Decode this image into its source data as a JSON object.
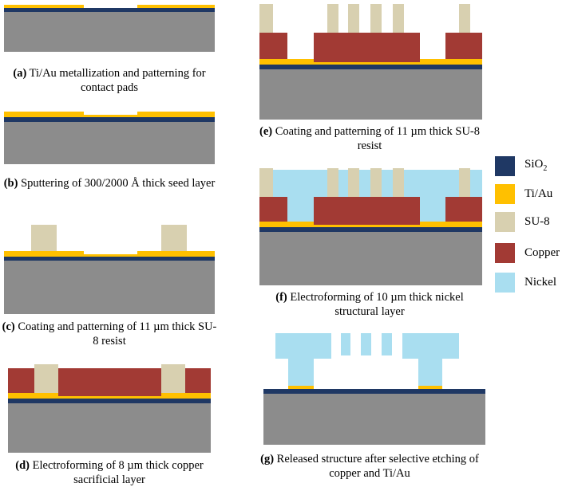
{
  "colors": {
    "substrate": "#8c8c8c",
    "sio2": "#1f3864",
    "tiau": "#ffc000",
    "su8": "#d8d0b0",
    "copper": "#a23a34",
    "nickel": "#a9def0"
  },
  "captions": {
    "a": {
      "tag": "(a)",
      "text": "Ti/Au metallization and patterning for contact pads"
    },
    "b": {
      "tag": "(b)",
      "text": "Sputtering of 300/2000 Å thick seed layer"
    },
    "c": {
      "tag": "(c)",
      "text": "Coating and patterning of 11 µm thick SU-8 resist"
    },
    "d": {
      "tag": "(d)",
      "text": "Electroforming of 8 µm thick copper sacrificial layer"
    },
    "e": {
      "tag": "(e)",
      "text": "Coating and patterning of 11 µm thick SU-8 resist"
    },
    "f": {
      "tag": "(f)",
      "text": "Electroforming of 10 µm thick nickel structural layer"
    },
    "g": {
      "tag": "(g)",
      "text": "Released structure after selective etching of copper and Ti/Au"
    }
  },
  "legend": [
    {
      "label_main": "SiO",
      "label_sub": "2",
      "color_key": "sio2"
    },
    {
      "label_main": "Ti/Au",
      "label_sub": "",
      "color_key": "tiau"
    },
    {
      "label_main": "SU-8",
      "label_sub": "",
      "color_key": "su8"
    },
    {
      "label_main": "Copper",
      "label_sub": "",
      "color_key": "copper"
    },
    {
      "label_main": "Nickel",
      "label_sub": "",
      "color_key": "nickel"
    }
  ]
}
